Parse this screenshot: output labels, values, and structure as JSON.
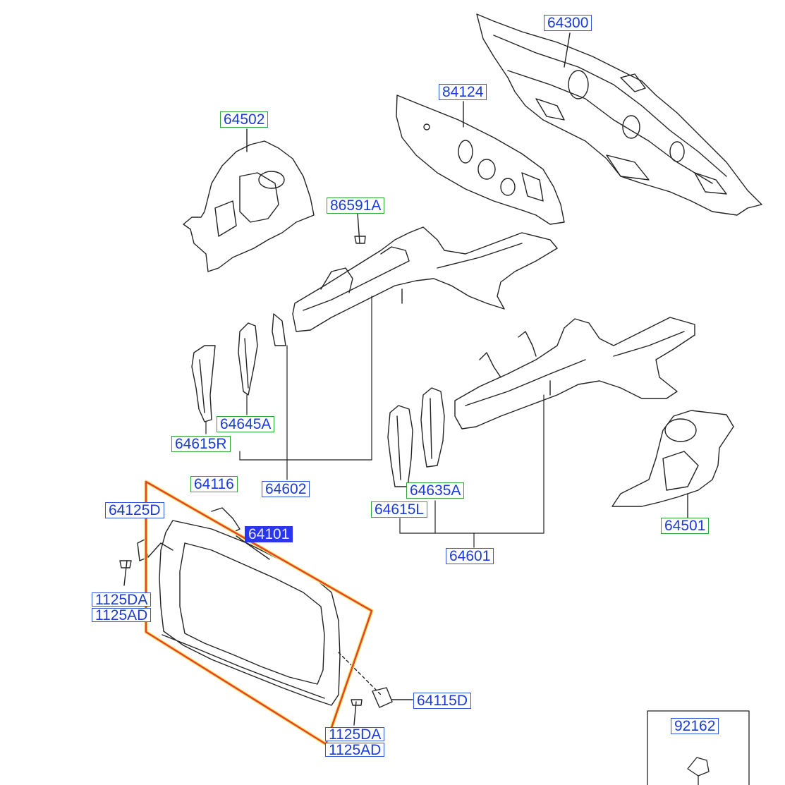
{
  "diagram": {
    "labels": {
      "p64300": "64300",
      "p84124": "84124",
      "p64502": "64502",
      "p86591A": "86591A",
      "p64645A": "64645A",
      "p64615R": "64615R",
      "p64116": "64116",
      "p64602": "64602",
      "p64125D": "64125D",
      "p64101": "64101",
      "p64635A": "64635A",
      "p64615L": "64615L",
      "p64601": "64601",
      "p64501": "64501",
      "p1125DA_left": "1125DA",
      "p1125AD_left": "1125AD",
      "p64115D": "64115D",
      "p1125DA_right": "1125DA",
      "p1125AD_right": "1125AD",
      "p92162": "92162"
    },
    "selected_part": "64101",
    "colors": {
      "label_text": "#1a3bd6",
      "label_border_blue": "#3355e0",
      "label_border_green": "#2fa43a",
      "selected_fill": "#2a35f0",
      "highlight_outline": "#e2452a",
      "line_art": "#222222"
    }
  }
}
